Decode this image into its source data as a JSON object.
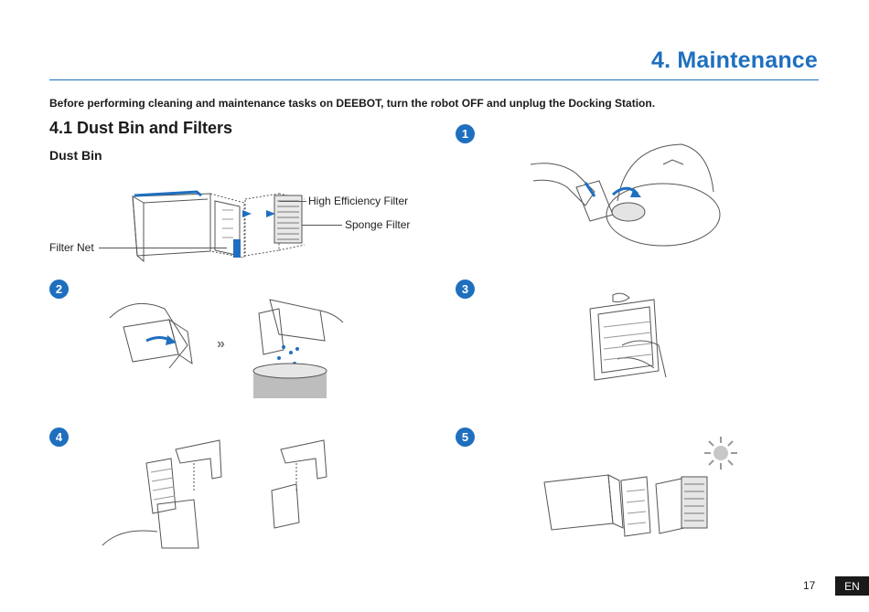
{
  "header": {
    "title": "4. Maintenance"
  },
  "warning_text": "Before performing cleaning and maintenance tasks on DEEBOT, turn the robot OFF and unplug the Docking Station.",
  "section": {
    "title": "4.1 Dust Bin and Filters"
  },
  "subsection": {
    "title": "Dust Bin"
  },
  "diagram_labels": {
    "high_efficiency_filter": "High Efficiency Filter",
    "sponge_filter": "Sponge Filter",
    "filter_net": "Filter Net"
  },
  "steps": [
    "1",
    "2",
    "3",
    "4",
    "5"
  ],
  "footer": {
    "page_number": "17",
    "language": "EN"
  },
  "colors": {
    "accent": "#1f6fbf",
    "line_art": "#555555",
    "dark": "#1a1a1a"
  }
}
